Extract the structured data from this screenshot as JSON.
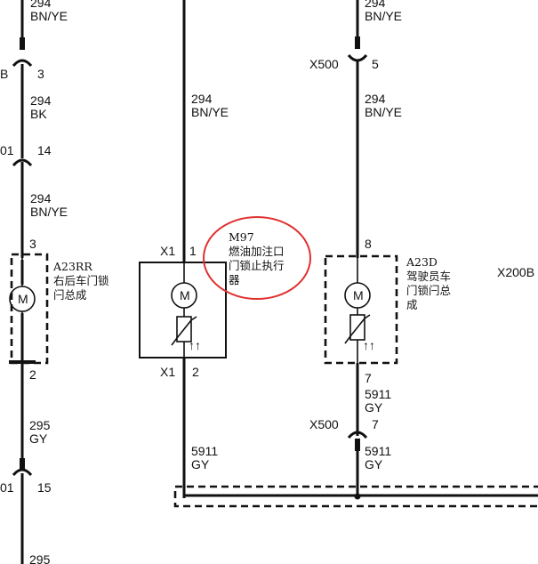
{
  "wires": {
    "l_top_num": "294",
    "l_top_col": "BN/YE",
    "l_conn1_name": "B",
    "l_conn1_pin": "3",
    "l_mid1_num": "294",
    "l_mid1_col": "BK",
    "l_conn2_name": "01",
    "l_conn2_pin": "14",
    "l_mid2_num": "294",
    "l_mid2_col": "BN/YE",
    "l_bot_num": "295",
    "l_bot_col": "GY",
    "l_conn3_name": "01",
    "l_conn3_pin": "15",
    "l_last_num": "295",
    "c_top_num": "294",
    "c_top_col": "BN/YE",
    "c_bot_num": "5911",
    "c_bot_col": "GY",
    "r_top_num": "294",
    "r_top_col": "BN/YE",
    "r_conn1_name": "X500",
    "r_conn1_pin": "5",
    "r_mid_num": "294",
    "r_mid_col": "BN/YE",
    "r_bot1_num": "5911",
    "r_bot1_col": "GY",
    "r_conn2_name": "X500",
    "r_conn2_pin": "7",
    "r_bot2_num": "5911",
    "r_bot2_col": "GY",
    "far_right_label": "X200B"
  },
  "components": {
    "a23rr": {
      "code": "A23RR",
      "name_line1": "右后车门锁",
      "name_line2": "闩总成",
      "pin_top": "3",
      "pin_bottom": "2"
    },
    "m97": {
      "code": "M97",
      "name_line1": "燃油加注口",
      "name_line2": "门锁止执行",
      "name_line3": "器",
      "conn_top": "X1",
      "pin_top": "1",
      "conn_bottom": "X1",
      "pin_bottom": "2"
    },
    "a23d": {
      "code": "A23D",
      "name_line1": "驾驶员车",
      "name_line2": "门锁闩总",
      "name_line3": "成",
      "pin_top": "8",
      "pin_bottom": "7"
    },
    "motor_symbol": "M",
    "arrows_symbol": "↑↑"
  },
  "colors": {
    "line": "#111111",
    "highlight_circle": "#e03030",
    "background": "#ffffff"
  }
}
